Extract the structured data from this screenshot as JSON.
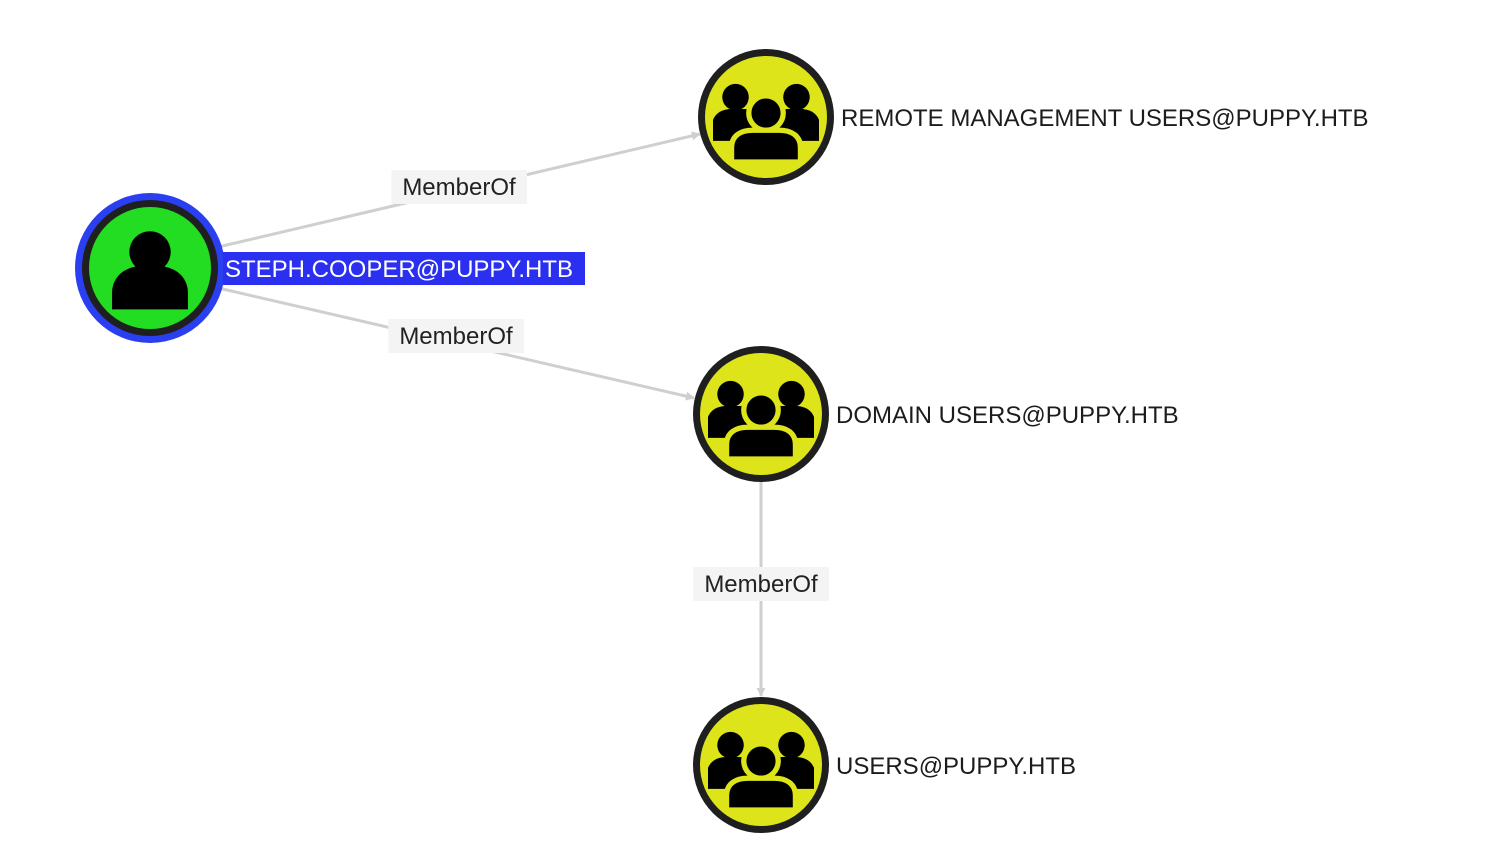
{
  "graph": {
    "colors": {
      "user_node_fill": "#22dd22",
      "group_node_fill": "#dde41a",
      "node_ring": "#1f1f1f",
      "selected_halo": "#2a3ff0",
      "edge": "#cfcfcf",
      "edge_label_bg": "#f4f4f4",
      "selected_label_bg": "#2a2ff0"
    },
    "nodes": [
      {
        "id": "steph",
        "label": "STEPH.COOPER@PUPPY.HTB",
        "kind": "user",
        "icon": "user-icon",
        "selected": true
      },
      {
        "id": "rmu",
        "label": "REMOTE MANAGEMENT USERS@PUPPY.HTB",
        "kind": "group",
        "icon": "group-icon",
        "selected": false
      },
      {
        "id": "du",
        "label": "DOMAIN USERS@PUPPY.HTB",
        "kind": "group",
        "icon": "group-icon",
        "selected": false
      },
      {
        "id": "users",
        "label": "USERS@PUPPY.HTB",
        "kind": "group",
        "icon": "group-icon",
        "selected": false
      }
    ],
    "edges": [
      {
        "source": "steph",
        "target": "rmu",
        "label": "MemberOf"
      },
      {
        "source": "steph",
        "target": "du",
        "label": "MemberOf"
      },
      {
        "source": "du",
        "target": "users",
        "label": "MemberOf"
      }
    ]
  }
}
